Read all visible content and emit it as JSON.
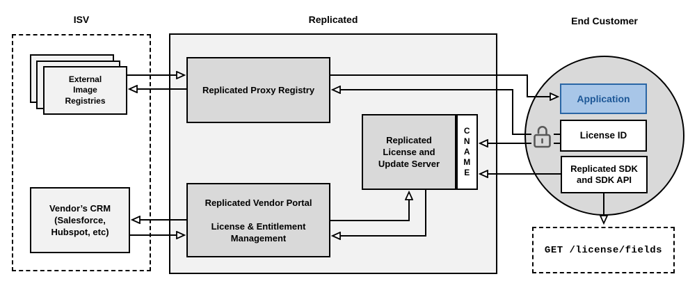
{
  "sections": {
    "isv": {
      "label": "ISV"
    },
    "replicated": {
      "label": "Replicated"
    },
    "end_customer": {
      "label": "End Customer"
    }
  },
  "nodes": {
    "external_image_registries": {
      "label": "External\nImage\nRegistries"
    },
    "vendors_crm": {
      "label": "Vendor’s CRM\n(Salesforce,\nHubspot, etc)"
    },
    "replicated_proxy_registry": {
      "label": "Replicated Proxy Registry"
    },
    "replicated_license_update_server": {
      "label": "Replicated\nLicense and\nUpdate Server"
    },
    "cname": {
      "label": "C\nN\nA\nM\nE"
    },
    "replicated_vendor_portal": {
      "label": "Replicated Vendor Portal\n\nLicense & Entitlement\nManagement"
    },
    "application": {
      "label": "Application"
    },
    "license_id": {
      "label": "License ID"
    },
    "replicated_sdk": {
      "label": "Replicated SDK\nand SDK API"
    },
    "get_license_fields": {
      "label": "GET /license/fields"
    }
  },
  "icons": {
    "unlock_icon": "unlocked padlock"
  },
  "colors": {
    "section_fill": "#F2F2F2",
    "node_fill": "#D9D9D9",
    "isv_node_fill": "#F2F2F2",
    "circle_fill": "#D9D9D9",
    "application_fill": "#A8C6E8",
    "application_border": "#2A66A5",
    "application_text": "#1D5796",
    "line": "#000000",
    "lock_icon": "#595959"
  }
}
